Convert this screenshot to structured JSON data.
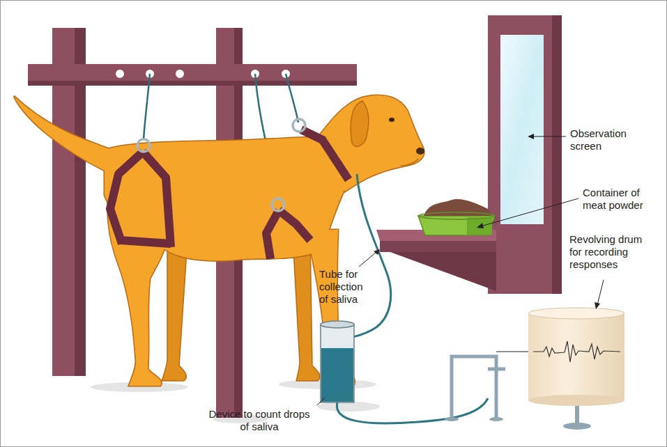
{
  "diagram": {
    "labels": [
      "Observation screen",
      "Container of meat powder",
      "Revolving drum for recording responses",
      "Tube for collection of saliva",
      "Device to count drops of saliva"
    ]
  }
}
